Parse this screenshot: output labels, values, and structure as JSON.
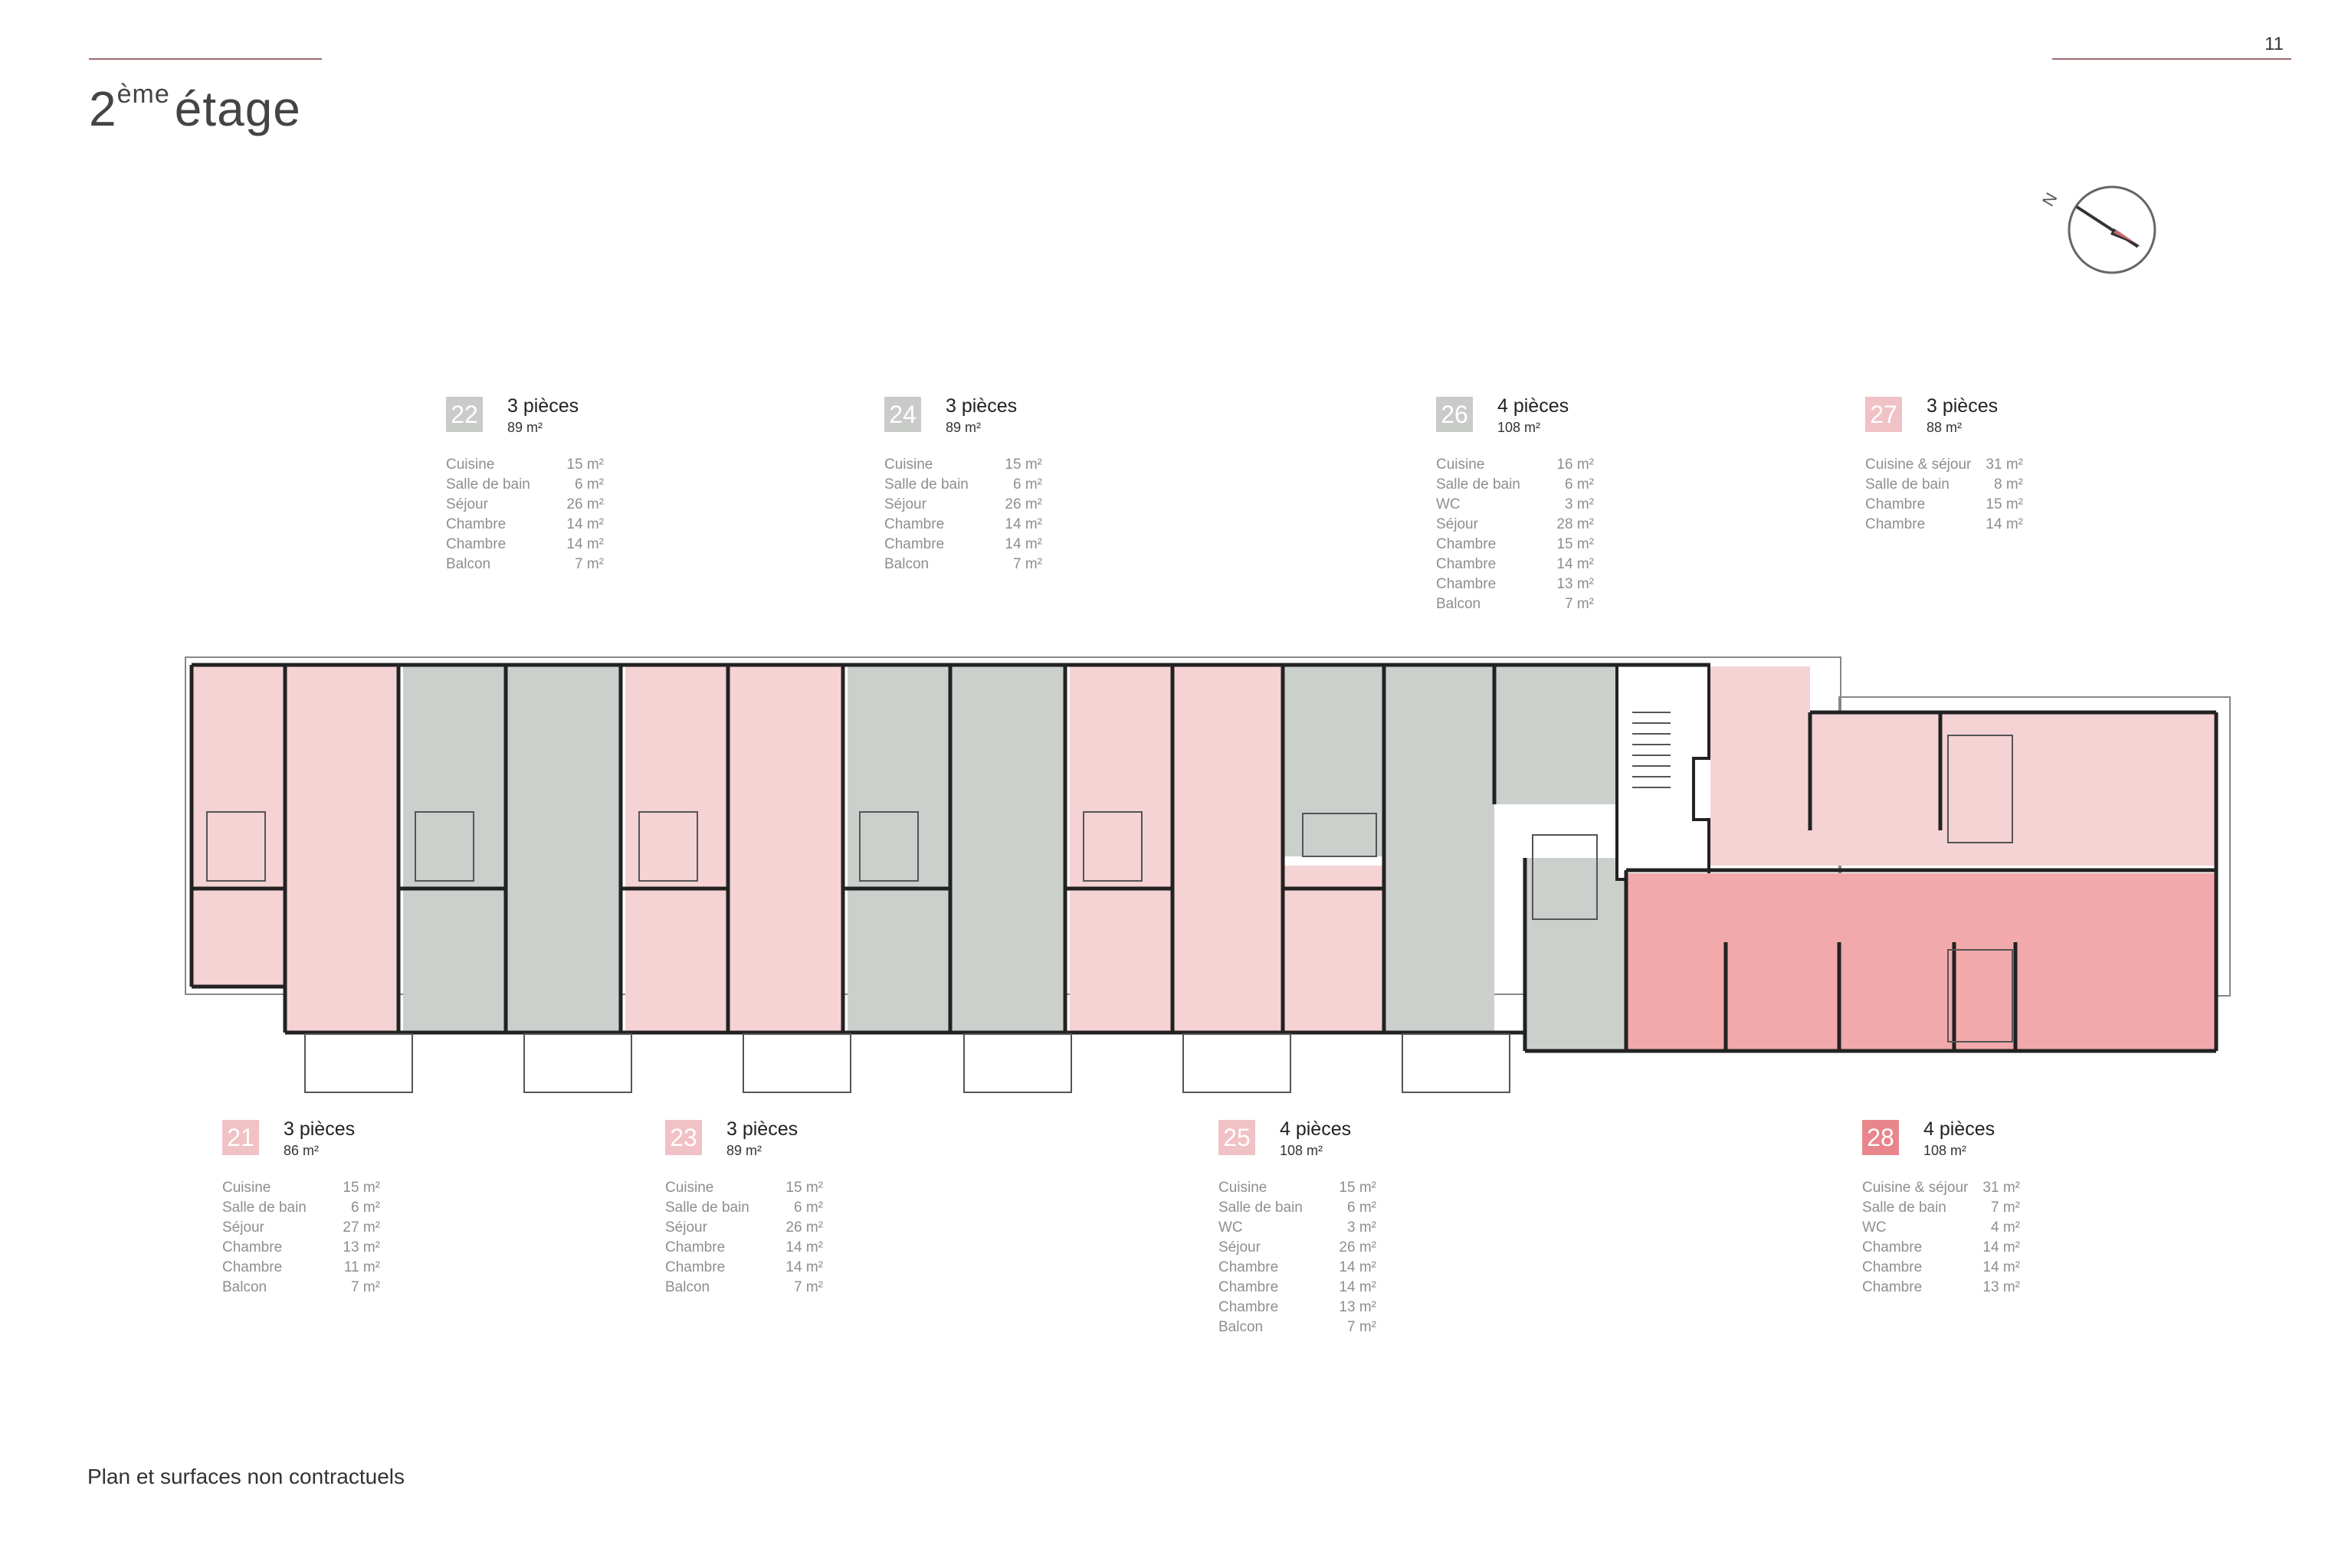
{
  "header": {
    "title_sup": "ème",
    "title_main": "2",
    "title_rest": "étage",
    "page_number": "11"
  },
  "footer": {
    "note": "Plan et surfaces non contractuels"
  },
  "compass": {
    "label": "N"
  },
  "colors": {
    "grey_unit": "#cbd0cc",
    "pink_unit": "#f5d2d4",
    "red_unit": "#f2a9ab",
    "rule": "#9b6a70",
    "wall": "#222222"
  },
  "apartments": [
    {
      "number": "22",
      "pieces": "3 pièces",
      "area": "89 m²",
      "rooms": [
        {
          "name": "Cuisine",
          "area": "15 m²"
        },
        {
          "name": "Salle de bain",
          "area": "6 m²"
        },
        {
          "name": "Séjour",
          "area": "26 m²"
        },
        {
          "name": "Chambre",
          "area": "14 m²"
        },
        {
          "name": "Chambre",
          "area": "14 m²"
        },
        {
          "name": "Balcon",
          "area": "7 m²"
        }
      ]
    },
    {
      "number": "24",
      "pieces": "3 pièces",
      "area": "89 m²",
      "rooms": [
        {
          "name": "Cuisine",
          "area": "15 m²"
        },
        {
          "name": "Salle de bain",
          "area": "6 m²"
        },
        {
          "name": "Séjour",
          "area": "26 m²"
        },
        {
          "name": "Chambre",
          "area": "14 m²"
        },
        {
          "name": "Chambre",
          "area": "14 m²"
        },
        {
          "name": "Balcon",
          "area": "7 m²"
        }
      ]
    },
    {
      "number": "26",
      "pieces": "4 pièces",
      "area": "108 m²",
      "rooms": [
        {
          "name": "Cuisine",
          "area": "16 m²"
        },
        {
          "name": "Salle de bain",
          "area": "6 m²"
        },
        {
          "name": "WC",
          "area": "3 m²"
        },
        {
          "name": "Séjour",
          "area": "28 m²"
        },
        {
          "name": "Chambre",
          "area": "15 m²"
        },
        {
          "name": "Chambre",
          "area": "14 m²"
        },
        {
          "name": "Chambre",
          "area": "13 m²"
        },
        {
          "name": "Balcon",
          "area": "7 m²"
        }
      ]
    },
    {
      "number": "27",
      "pieces": "3 pièces",
      "area": "88 m²",
      "rooms": [
        {
          "name": "Cuisine & séjour",
          "area": "31 m²"
        },
        {
          "name": "Salle de bain",
          "area": "8 m²"
        },
        {
          "name": "Chambre",
          "area": "15 m²"
        },
        {
          "name": "Chambre",
          "area": "14 m²"
        }
      ]
    },
    {
      "number": "21",
      "pieces": "3 pièces",
      "area": "86 m²",
      "rooms": [
        {
          "name": "Cuisine",
          "area": "15 m²"
        },
        {
          "name": "Salle de bain",
          "area": "6 m²"
        },
        {
          "name": "Séjour",
          "area": "27 m²"
        },
        {
          "name": "Chambre",
          "area": "13 m²"
        },
        {
          "name": "Chambre",
          "area": "11 m²"
        },
        {
          "name": "Balcon",
          "area": "7 m²"
        }
      ]
    },
    {
      "number": "23",
      "pieces": "3 pièces",
      "area": "89 m²",
      "rooms": [
        {
          "name": "Cuisine",
          "area": "15 m²"
        },
        {
          "name": "Salle de bain",
          "area": "6 m²"
        },
        {
          "name": "Séjour",
          "area": "26 m²"
        },
        {
          "name": "Chambre",
          "area": "14 m²"
        },
        {
          "name": "Chambre",
          "area": "14 m²"
        },
        {
          "name": "Balcon",
          "area": "7 m²"
        }
      ]
    },
    {
      "number": "25",
      "pieces": "4 pièces",
      "area": "108 m²",
      "rooms": [
        {
          "name": "Cuisine",
          "area": "15 m²"
        },
        {
          "name": "Salle de bain",
          "area": "6 m²"
        },
        {
          "name": "WC",
          "area": "3 m²"
        },
        {
          "name": "Séjour",
          "area": "26 m²"
        },
        {
          "name": "Chambre",
          "area": "14 m²"
        },
        {
          "name": "Chambre",
          "area": "14 m²"
        },
        {
          "name": "Chambre",
          "area": "13 m²"
        },
        {
          "name": "Balcon",
          "area": "7 m²"
        }
      ]
    },
    {
      "number": "28",
      "pieces": "4 pièces",
      "area": "108 m²",
      "rooms": [
        {
          "name": "Cuisine & séjour",
          "area": "31 m²"
        },
        {
          "name": "Salle de bain",
          "area": "7 m²"
        },
        {
          "name": "WC",
          "area": "4 m²"
        },
        {
          "name": "Chambre",
          "area": "14 m²"
        },
        {
          "name": "Chambre",
          "area": "14 m²"
        },
        {
          "name": "Chambre",
          "area": "13 m²"
        }
      ]
    }
  ]
}
